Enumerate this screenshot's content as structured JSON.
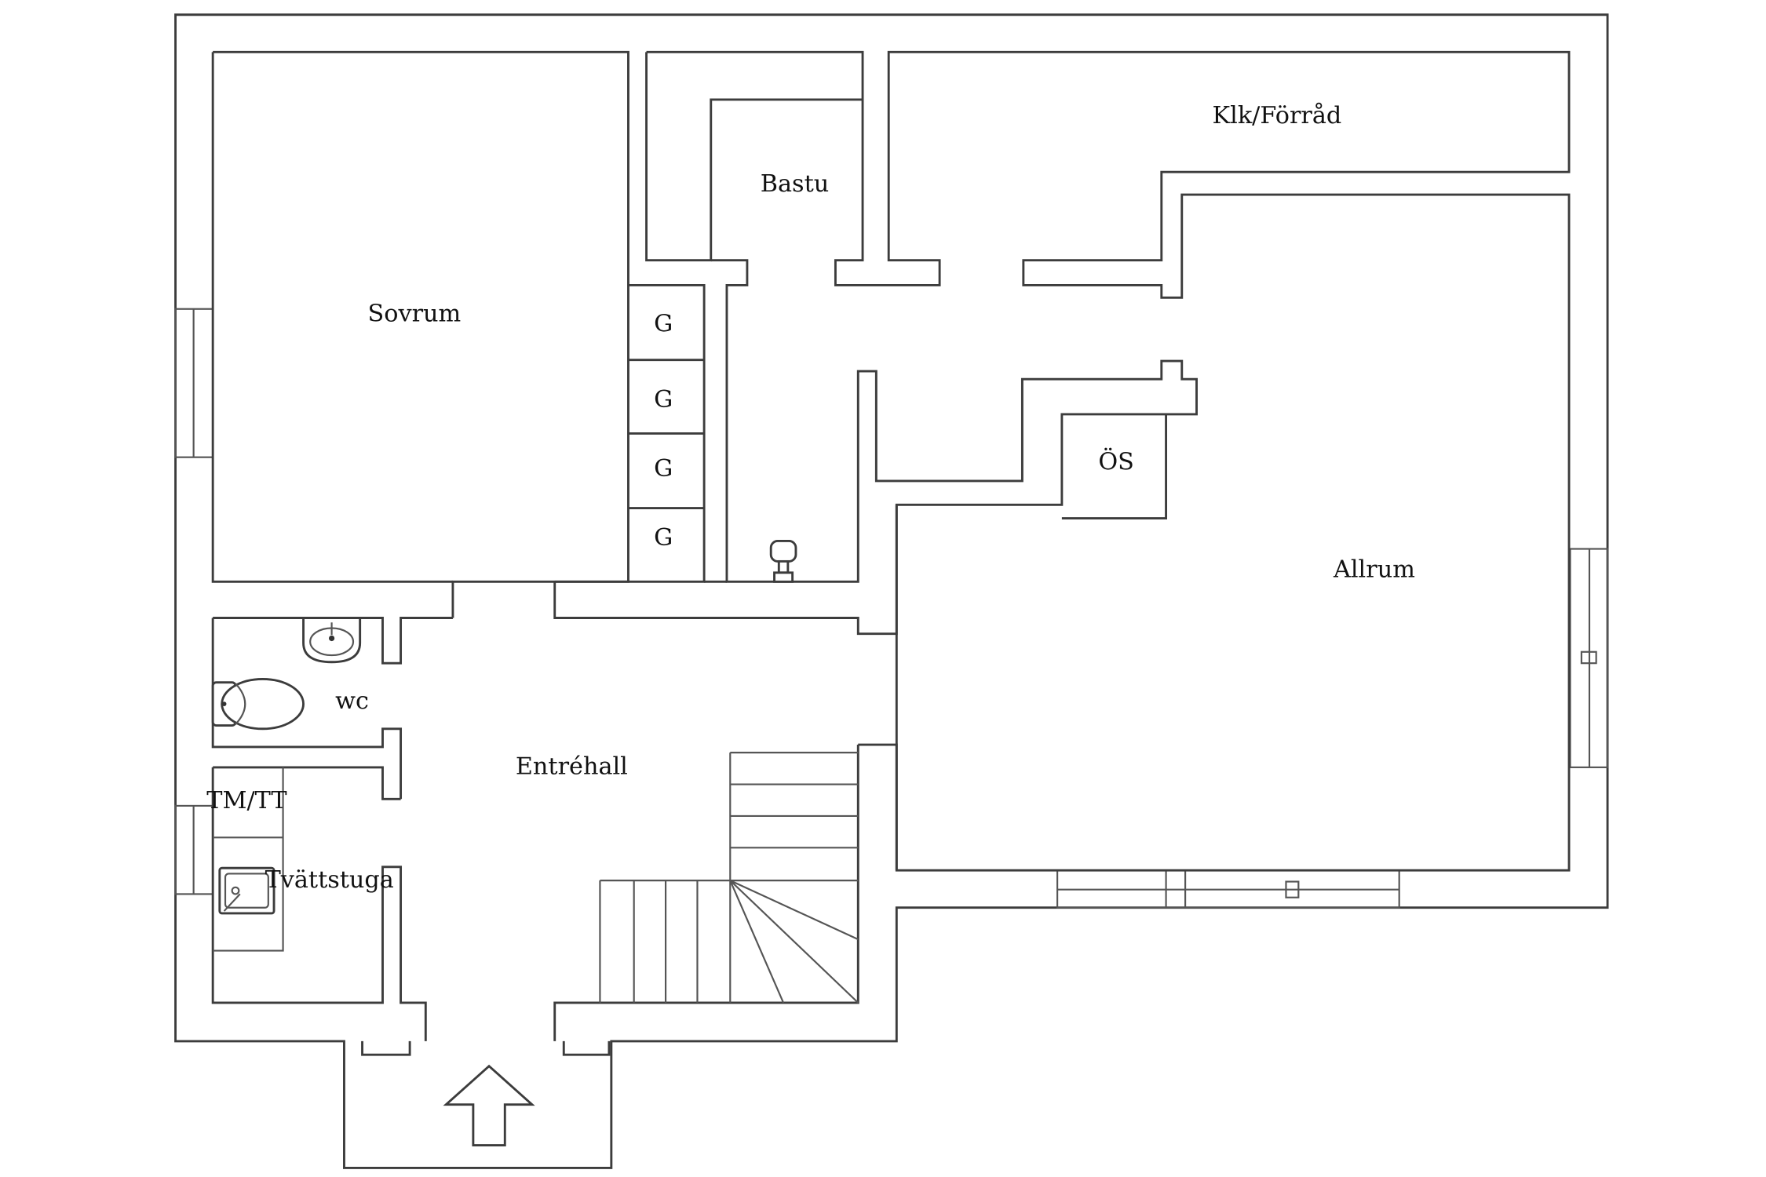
{
  "rooms": {
    "sovrum": "Sovrum",
    "bastu": "Bastu",
    "klk_forrad": "Klk/Förråd",
    "garderob": "G",
    "os": "ÖS",
    "allrum": "Allrum",
    "wc": "wc",
    "entrehall": "Entréhall",
    "tm_tt": "TM/TT",
    "tvattstuga": "Tvättstuga"
  },
  "icons": {
    "entrance": "entrance-arrow-icon",
    "sink": "washbasin-icon",
    "toilet": "toilet-icon",
    "laundry_sink": "laundry-sink-icon",
    "sauna_heater": "sauna-heater-icon"
  }
}
